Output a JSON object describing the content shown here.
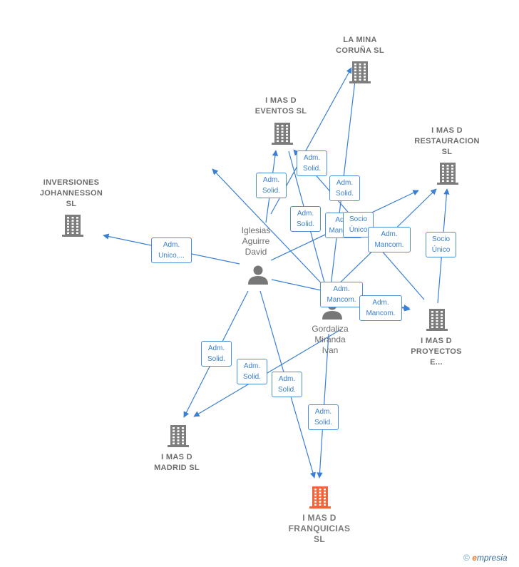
{
  "companies": [
    {
      "id": "la_mina",
      "lines": [
        "LA MINA",
        "CORUÑA  SL"
      ]
    },
    {
      "id": "eventos",
      "lines": [
        "I MAS D",
        "EVENTOS  SL"
      ]
    },
    {
      "id": "restauracion",
      "lines": [
        "I MAS D",
        "RESTAURACION",
        "SL"
      ]
    },
    {
      "id": "inversiones",
      "lines": [
        "INVERSIONES",
        "JOHANNESSON",
        "SL"
      ]
    },
    {
      "id": "proyectos",
      "lines": [
        "I MAS D",
        "PROYECTOS",
        "E..."
      ]
    },
    {
      "id": "madrid",
      "lines": [
        "I MAS D",
        "MADRID  SL"
      ]
    },
    {
      "id": "franquicias",
      "lines": [
        "I MAS D",
        "FRANQUICIAS",
        "SL"
      ]
    }
  ],
  "persons": [
    {
      "id": "iglesias",
      "lines": [
        "Iglesias",
        "Aguirre",
        "David"
      ]
    },
    {
      "id": "gordaliza",
      "lines": [
        "Gordaliza",
        "Miranda",
        "Ivan"
      ]
    }
  ],
  "edge_labels": [
    {
      "id": "e1",
      "lines": [
        "Adm.",
        "Unico,..."
      ]
    },
    {
      "id": "e2",
      "lines": [
        "Adm.",
        "Solid."
      ]
    },
    {
      "id": "e3",
      "lines": [
        "Adm.",
        "Solid."
      ]
    },
    {
      "id": "e4",
      "lines": [
        "Adm.",
        "Solid."
      ]
    },
    {
      "id": "e5",
      "lines": [
        "Adm.",
        "Solid."
      ]
    },
    {
      "id": "e6",
      "lines": [
        "Adm.",
        "Mancom."
      ]
    },
    {
      "id": "e7",
      "lines": [
        "Socio",
        "Único"
      ]
    },
    {
      "id": "e8",
      "lines": [
        "Adm.",
        "Mancom."
      ]
    },
    {
      "id": "e9",
      "lines": [
        "Socio",
        "Único"
      ]
    },
    {
      "id": "e10",
      "lines": [
        "Adm.",
        "Mancom."
      ]
    },
    {
      "id": "e11",
      "lines": [
        "Adm.",
        "Mancom."
      ]
    },
    {
      "id": "e12",
      "lines": [
        "Adm.",
        "Solid."
      ]
    },
    {
      "id": "e13",
      "lines": [
        "Adm.",
        "Solid."
      ]
    },
    {
      "id": "e14",
      "lines": [
        "Adm.",
        "Solid."
      ]
    },
    {
      "id": "e15",
      "lines": [
        "Adm.",
        "Solid."
      ]
    }
  ],
  "colors": {
    "edge": "#3a7fd5",
    "company": "#7d7d7d",
    "focus": "#f0643c",
    "person": "#777777"
  },
  "footer": {
    "symbol": "©",
    "brand_initial": "e",
    "brand_rest": "mpresia"
  }
}
